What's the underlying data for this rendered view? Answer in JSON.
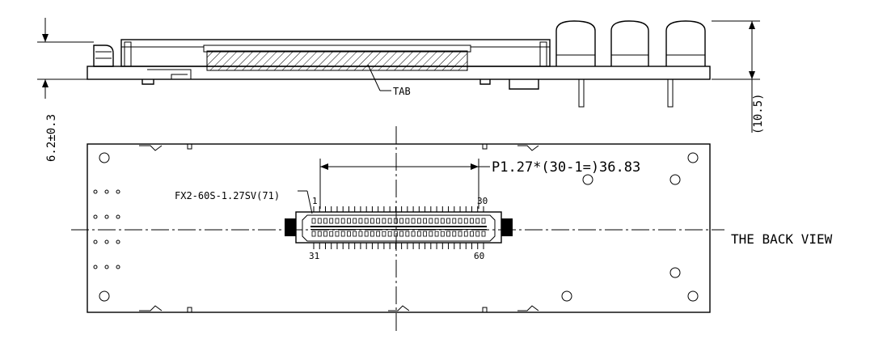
{
  "side_view": {
    "dim_height": "6.2±0.3",
    "dim_total": "(10.5)",
    "tab_label": "TAB"
  },
  "back_view": {
    "title": "THE BACK VIEW",
    "part_label": "FX2-60S-1.27SV(71)",
    "pitch_label": "P1.27*(30-1=)36.83",
    "pin_labels": {
      "top_left": "1",
      "top_right": "30",
      "bottom_left": "31",
      "bottom_right": "60"
    },
    "pins_per_row": 30
  }
}
